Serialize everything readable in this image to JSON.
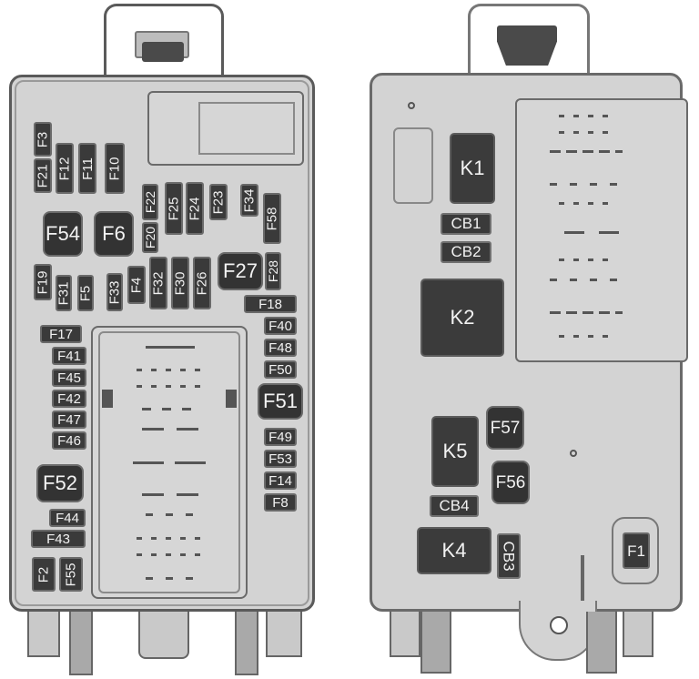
{
  "diagram": {
    "title": "",
    "colors": {
      "fuse_fill": "#3a3a3a",
      "housing": "#d3d3d3",
      "outline": "#5a5a5a",
      "label": "#f2f2f2"
    },
    "left_panel": {
      "name": "fuse-block-front",
      "fuses": {
        "F3": "F3",
        "F21": "F21",
        "F12": "F12",
        "F11": "F11",
        "F10": "F10",
        "F54": "F54",
        "F6": "F6",
        "F22": "F22",
        "F20": "F20",
        "F25": "F25",
        "F24": "F24",
        "F23": "F23",
        "F34": "F34",
        "F58": "F58",
        "F27": "F27",
        "F28": "F28",
        "F19": "F19",
        "F31": "F31",
        "F5": "F5",
        "F33": "F33",
        "F4": "F4",
        "F32": "F32",
        "F30": "F30",
        "F26": "F26",
        "F18": "F18",
        "F40": "F40",
        "F48": "F48",
        "F50": "F50",
        "F51": "F51",
        "F49": "F49",
        "F53": "F53",
        "F14": "F14",
        "F8": "F8",
        "F17": "F17",
        "F41": "F41",
        "F45": "F45",
        "F42": "F42",
        "F47": "F47",
        "F46": "F46",
        "F52": "F52",
        "F44": "F44",
        "F43": "F43",
        "F2": "F2",
        "F55": "F55"
      }
    },
    "right_panel": {
      "name": "fuse-block-rear",
      "relays": {
        "K1": "K1",
        "K2": "K2",
        "K5": "K5",
        "K4": "K4"
      },
      "circuit_breakers": {
        "CB1": "CB1",
        "CB2": "CB2",
        "CB3": "CB3",
        "CB4": "CB4"
      },
      "fuses": {
        "F57": "F57",
        "F56": "F56",
        "F1": "F1"
      }
    }
  }
}
